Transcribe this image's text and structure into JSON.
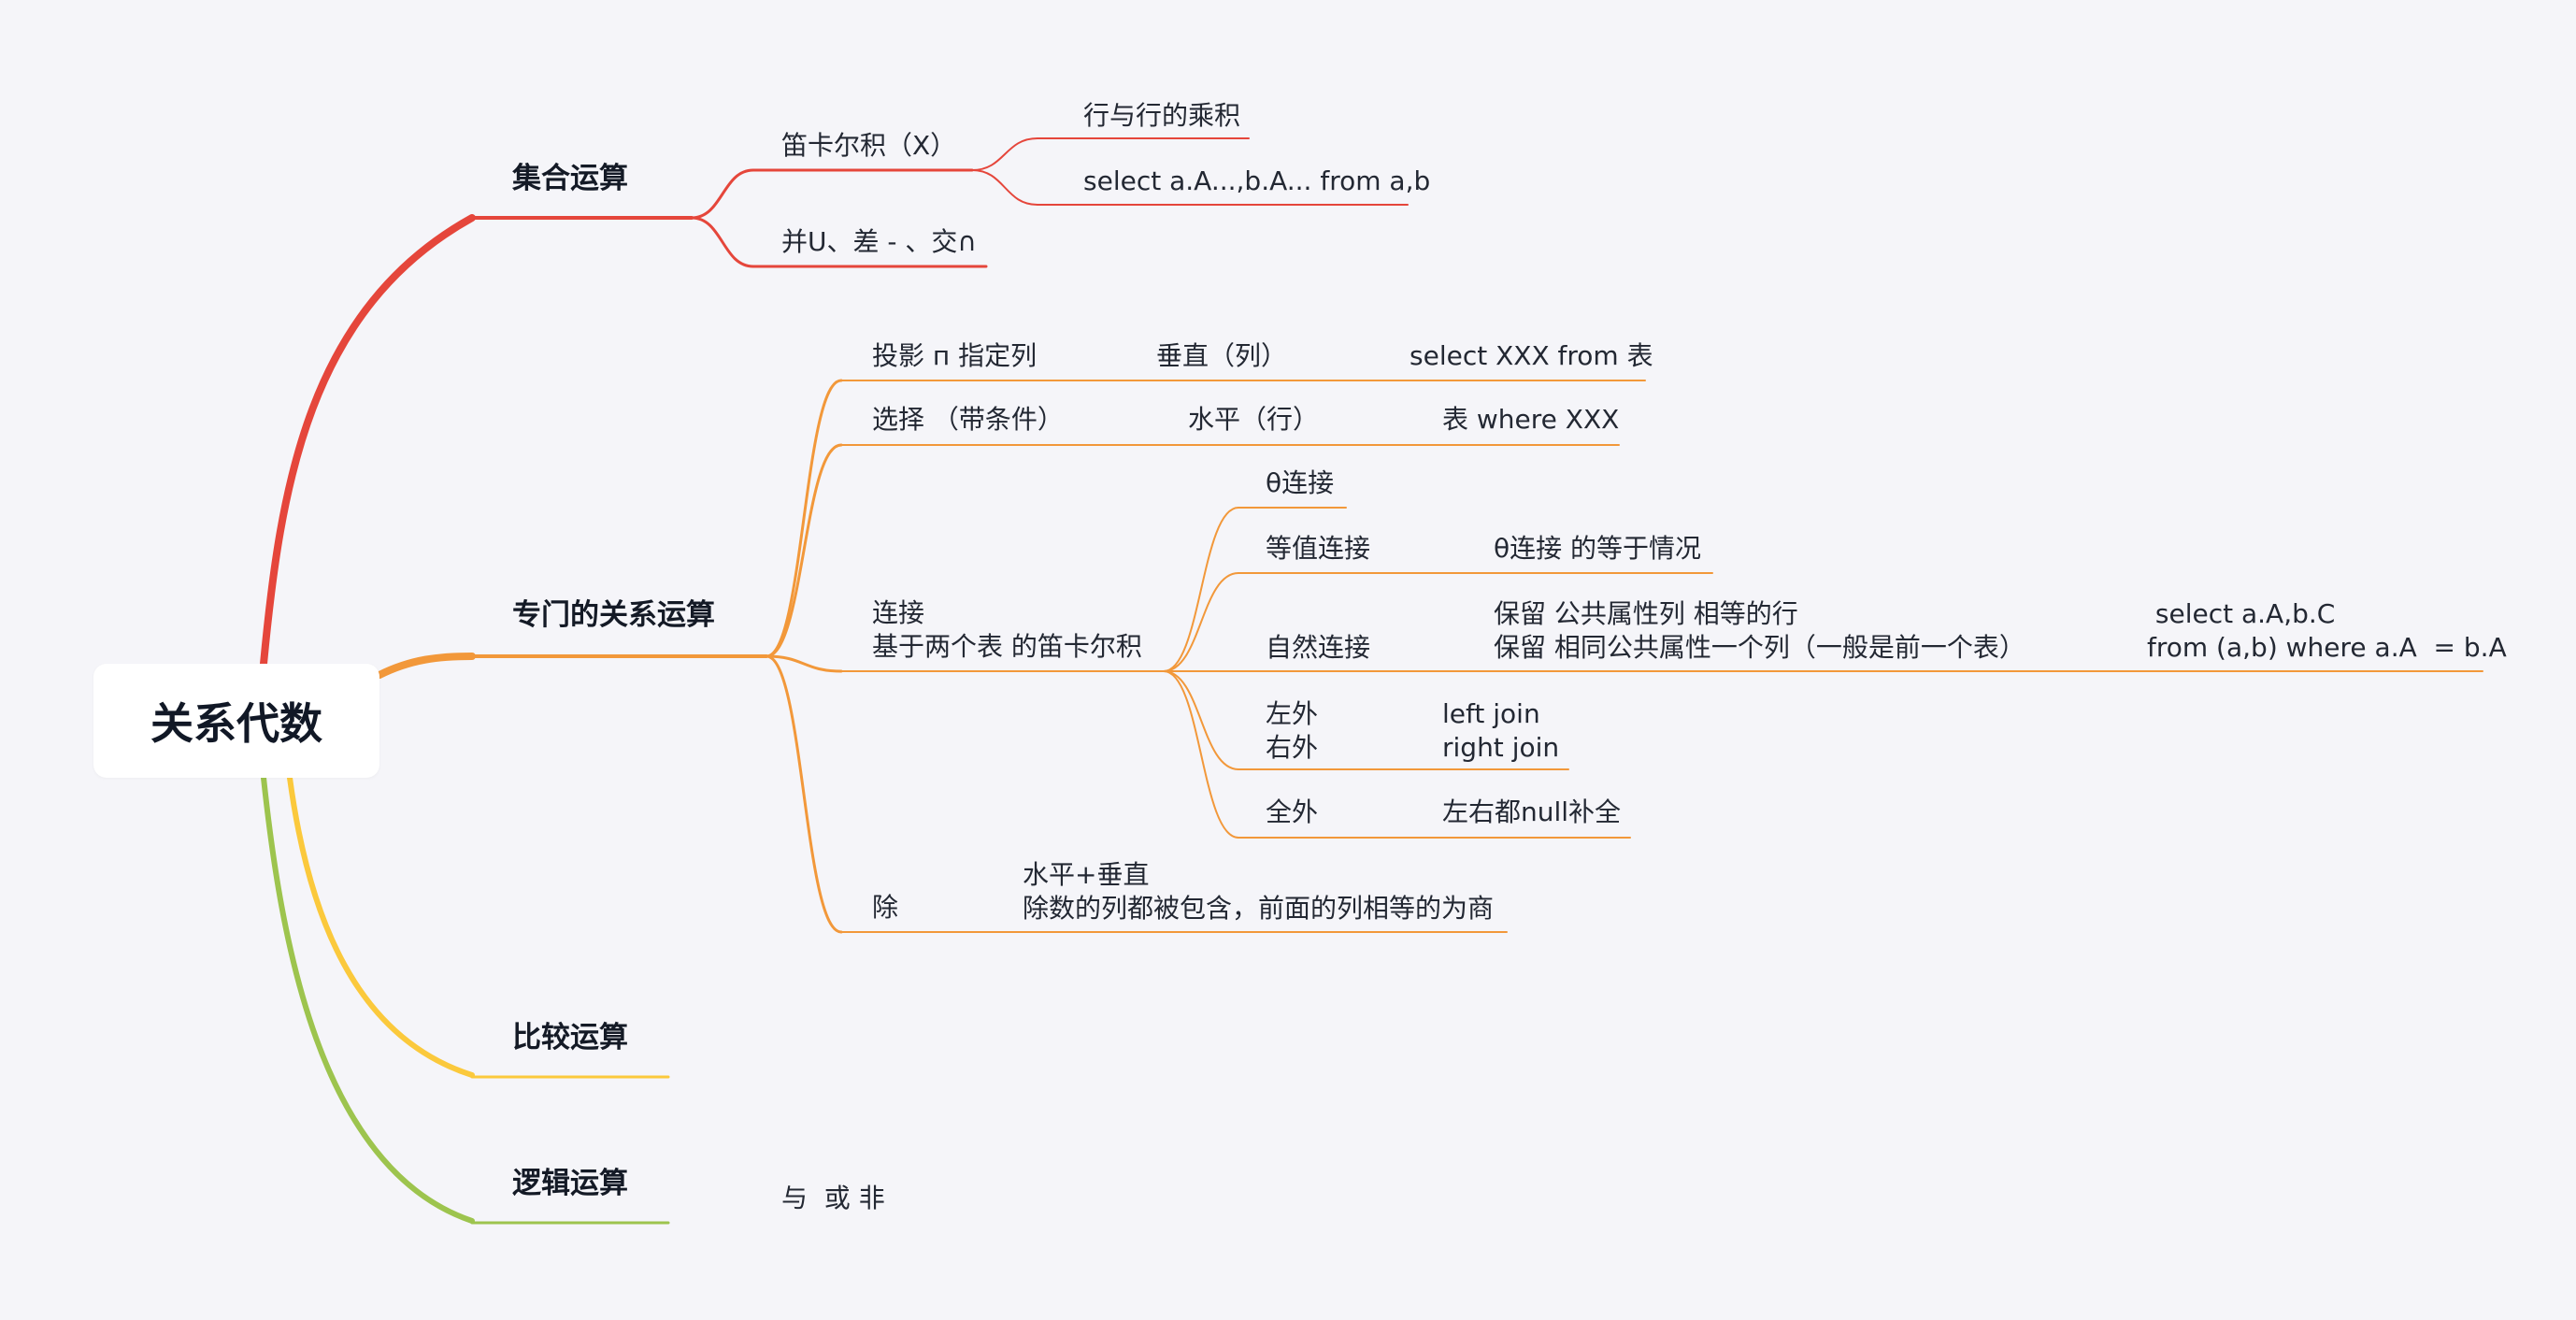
{
  "root": {
    "label": "关系代数"
  },
  "colors": {
    "red": "#e5463b",
    "orange": "#f2983a",
    "yellow": "#fbc93c",
    "green": "#9dc44e",
    "background": "#f5f5f9"
  },
  "branches": [
    {
      "id": "set-ops",
      "label": "集合运算",
      "color": "red",
      "children": [
        {
          "label": "笛卡尔积（X）",
          "children": [
            {
              "label": "行与行的乘积"
            },
            {
              "label": "select a.A...,b.A... from a,b"
            }
          ]
        },
        {
          "label": "并U、差 - 、交∩"
        }
      ]
    },
    {
      "id": "special-ops",
      "label": "专门的关系运算",
      "color": "orange",
      "children": [
        {
          "label": "投影 п 指定列",
          "children": [
            {
              "label": "垂直（列）",
              "children": [
                {
                  "label": "select XXX from 表"
                }
              ]
            }
          ]
        },
        {
          "label": "选择 （带条件）",
          "children": [
            {
              "label": "水平（行）",
              "children": [
                {
                  "label": "表 where XXX"
                }
              ]
            }
          ]
        },
        {
          "label": "连接\n基于两个表 的笛卡尔积",
          "children": [
            {
              "label": "θ连接"
            },
            {
              "label": "等值连接",
              "children": [
                {
                  "label": "θ连接 的等于情况"
                }
              ]
            },
            {
              "label": "自然连接",
              "children": [
                {
                  "label": "保留 公共属性列 相等的行\n保留 相同公共属性一个列（一般是前一个表）",
                  "children": [
                    {
                      "label": " select a.A,b.C\nfrom (a,b) where a.A  = b.A"
                    }
                  ]
                }
              ]
            },
            {
              "label": "左外\n右外",
              "children": [
                {
                  "label": "left join\nright join"
                }
              ]
            },
            {
              "label": "全外",
              "children": [
                {
                  "label": "左右都null补全"
                }
              ]
            }
          ]
        },
        {
          "label": "除",
          "children": [
            {
              "label": "水平+垂直\n除数的列都被包含，前面的列相等的为商"
            }
          ]
        }
      ]
    },
    {
      "id": "compare-ops",
      "label": "比较运算",
      "color": "yellow",
      "children": []
    },
    {
      "id": "logic-ops",
      "label": "逻辑运算",
      "color": "green",
      "children": [
        {
          "label": "与  或 非"
        }
      ]
    }
  ]
}
